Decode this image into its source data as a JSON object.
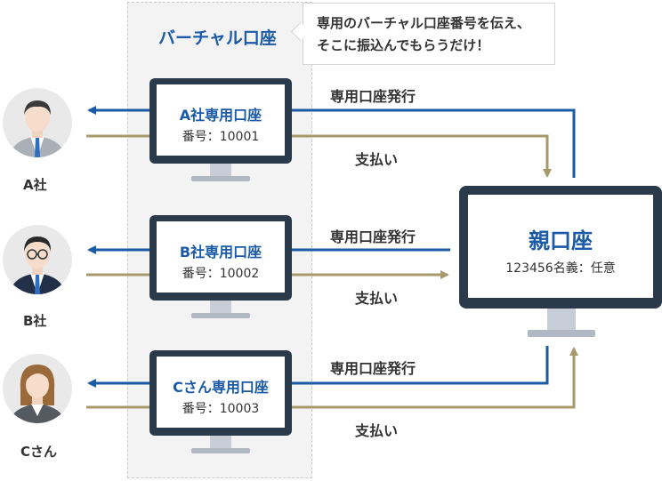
{
  "virtual_zone": {
    "title": "バーチャル口座"
  },
  "callout": {
    "line1": "専用のバーチャル口座番号を伝え、",
    "line2": "そこに振込んでもらうだけ！"
  },
  "accounts": [
    {
      "title": "A社専用口座",
      "number": "番号：10001",
      "person": "A社",
      "issue_label": "専用口座発行",
      "pay_label": "支払い"
    },
    {
      "title": "B社専用口座",
      "number": "番号：10002",
      "person": "B社",
      "issue_label": "専用口座発行",
      "pay_label": "支払い"
    },
    {
      "title": "Cさん専用口座",
      "number": "番号：10003",
      "person": "Cさん",
      "issue_label": "専用口座発行",
      "pay_label": "支払い"
    }
  ],
  "parent": {
    "title": "親口座",
    "subtitle": "123456名義：任意"
  },
  "colors": {
    "issue": "#1a5aa6",
    "pay": "#a8996b",
    "monitor": "#2b3a4b"
  }
}
